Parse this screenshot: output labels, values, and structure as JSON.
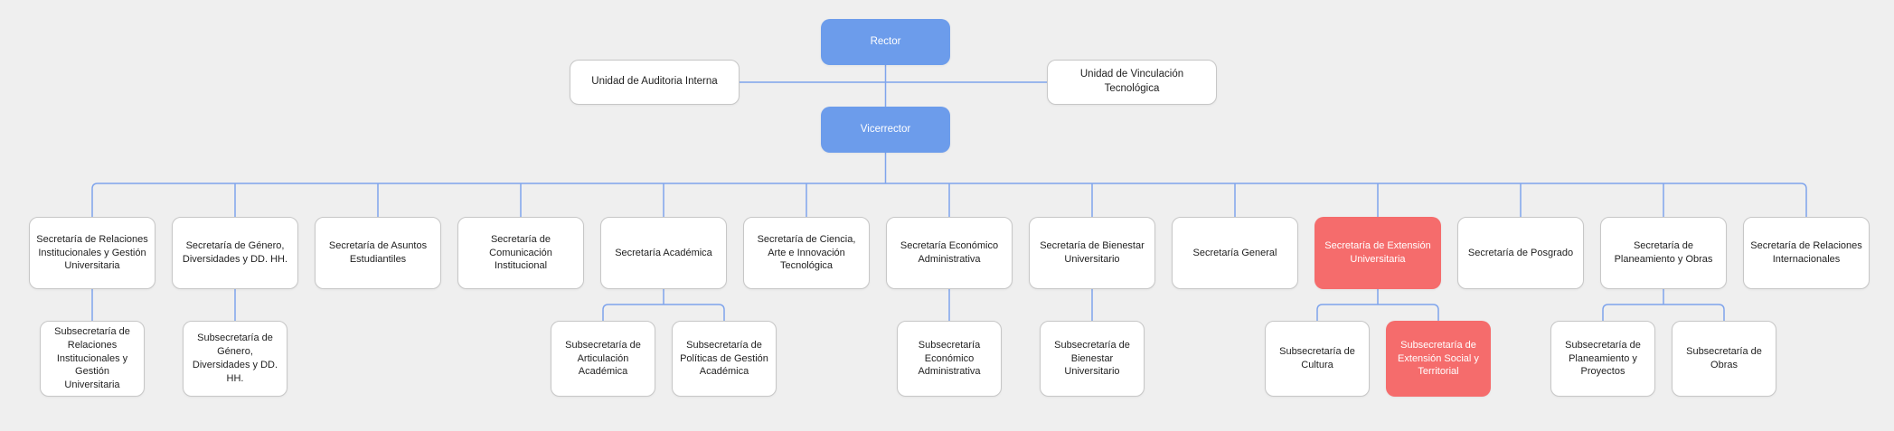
{
  "chart_title": "",
  "colors": {
    "background": "#efefef",
    "primary": "#6c9ceb",
    "danger": "#f56c6c",
    "node_background": "#ffffff",
    "node_border": "#c7c7c7",
    "connector_line": "#7fa4ec",
    "text": "#1f1f1f"
  },
  "nodes": {
    "rector": {
      "label": "Rector",
      "variant": "primary"
    },
    "vicerrector": {
      "label": "Vicerrector",
      "variant": "primary"
    },
    "staff_units": [
      {
        "label": "Unidad de Auditoria Interna",
        "variant": "default"
      },
      {
        "label": "Unidad de Vinculación Tecnológica",
        "variant": "default"
      }
    ],
    "departments": [
      {
        "label": "Secretaría de Relaciones Institucionales y Gestión Universitaria",
        "variant": "default",
        "children": [
          {
            "label": "Subsecretaría de Relaciones Institucionales y Gestión Universitaria",
            "variant": "default"
          }
        ]
      },
      {
        "label": "Secretaría de Género, Diversidades y DD. HH.",
        "variant": "default",
        "children": [
          {
            "label": "Subsecretaría de Género, Diversidades y DD. HH.",
            "variant": "default"
          }
        ]
      },
      {
        "label": "Secretaría de Asuntos Estudiantiles",
        "variant": "default",
        "children": []
      },
      {
        "label": "Secretaría de Comunicación Institucional",
        "variant": "default",
        "children": []
      },
      {
        "label": "Secretaría Académica",
        "variant": "default",
        "children": [
          {
            "label": "Subsecretaría de Articulación Académica",
            "variant": "default"
          },
          {
            "label": "Subsecretaría de Políticas de Gestión Académica",
            "variant": "default"
          }
        ]
      },
      {
        "label": "Secretaría de Ciencia, Arte e Innovación Tecnológica",
        "variant": "default",
        "children": []
      },
      {
        "label": "Secretaría Económico Administrativa",
        "variant": "default",
        "children": [
          {
            "label": "Subsecretaría Económico Administrativa",
            "variant": "default"
          }
        ]
      },
      {
        "label": "Secretaría de Bienestar Universitario",
        "variant": "default",
        "children": [
          {
            "label": "Subsecretaría de Bienestar Universitario",
            "variant": "default"
          }
        ]
      },
      {
        "label": "Secretaría General",
        "variant": "default",
        "children": []
      },
      {
        "label": "Secretaría de Extensión Universitaria",
        "variant": "danger",
        "children": [
          {
            "label": "Subsecretaría de Cultura",
            "variant": "default"
          },
          {
            "label": "Subsecretaría de Extensión Social y Territorial",
            "variant": "danger"
          }
        ]
      },
      {
        "label": "Secretaría de Posgrado",
        "variant": "default",
        "children": []
      },
      {
        "label": "Secretaría de Planeamiento y Obras",
        "variant": "default",
        "children": [
          {
            "label": "Subsecretaría de Planeamiento y Proyectos",
            "variant": "default"
          },
          {
            "label": "Subsecretaría de Obras",
            "variant": "default"
          }
        ]
      },
      {
        "label": "Secretaría de Relaciones Internacionales",
        "variant": "default",
        "children": []
      }
    ]
  }
}
